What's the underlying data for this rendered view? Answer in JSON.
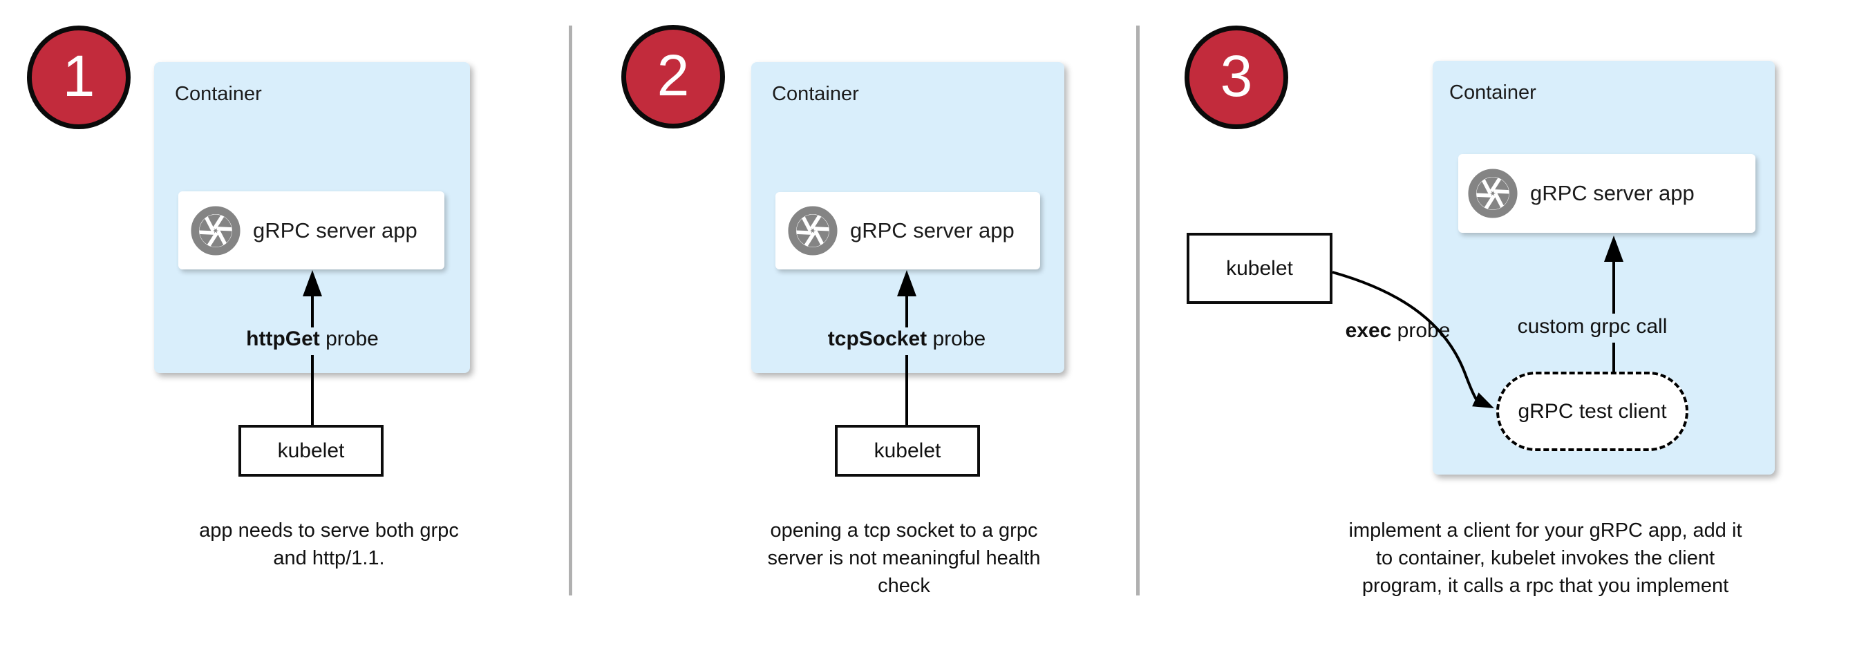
{
  "colors": {
    "accent_red": "#c22b3c",
    "container_blue": "#d9eefb",
    "icon_gray": "#848484",
    "divider_gray": "#b0b0b0",
    "line_black": "#000000"
  },
  "panels": [
    {
      "number": "1",
      "container_label": "Container",
      "app_box_label": "gRPC server app",
      "probe": {
        "bold": "httpGet",
        "rest": "probe"
      },
      "kubelet_label": "kubelet",
      "caption_lines": [
        "app needs to serve both grpc",
        "and http/1.1."
      ]
    },
    {
      "number": "2",
      "container_label": "Container",
      "app_box_label": "gRPC server app",
      "probe": {
        "bold": "tcpSocket",
        "rest": "probe"
      },
      "kubelet_label": "kubelet",
      "caption_lines": [
        "opening a tcp socket to a grpc",
        "server is not meaningful health",
        "check"
      ]
    },
    {
      "number": "3",
      "container_label": "Container",
      "app_box_label": "gRPC server app",
      "probe": {
        "bold": "exec",
        "rest": "probe"
      },
      "kubelet_label": "kubelet",
      "arrow_label": "custom grpc call",
      "test_client_label": "gRPC test client",
      "caption_lines": [
        "implement a client for your gRPC app, add it",
        "to container, kubelet invokes the client",
        "program, it calls a rpc that you implement"
      ]
    }
  ]
}
